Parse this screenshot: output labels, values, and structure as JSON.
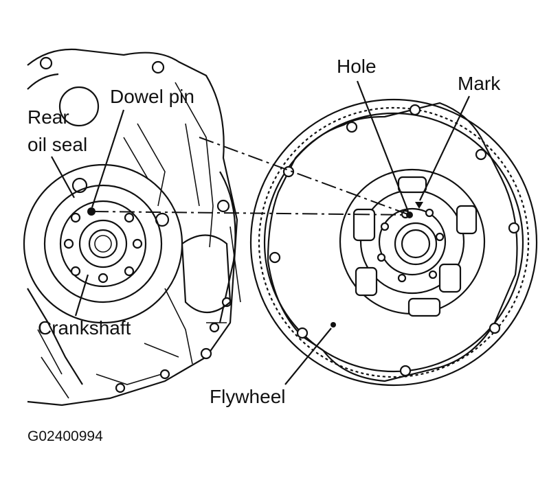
{
  "labels": {
    "rear_oil_seal_line1": "Rear",
    "rear_oil_seal_line2": "oil seal",
    "dowel_pin": "Dowel pin",
    "crankshaft": "Crankshaft",
    "hole": "Hole",
    "mark": "Mark",
    "flywheel": "Flywheel"
  },
  "figure_code": "G02400994"
}
